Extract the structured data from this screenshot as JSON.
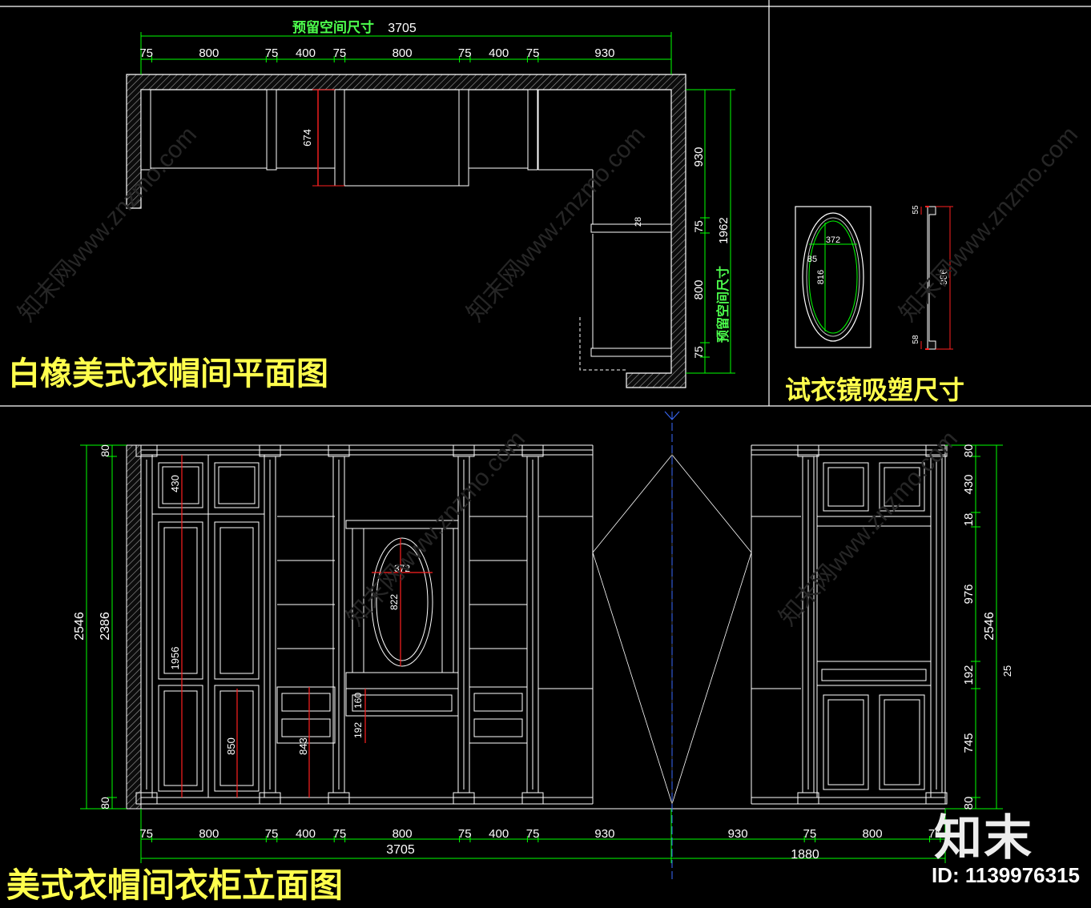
{
  "plan": {
    "title": "白橡美式衣帽间平面图",
    "top_dims": [
      "75",
      "800",
      "75",
      "400",
      "75",
      "800",
      "75",
      "400",
      "75",
      "930"
    ],
    "overall_label": "预留空间尺寸",
    "overall_value": "3705",
    "depth_674": "674",
    "right_dims": [
      "930",
      "75",
      "800",
      "75"
    ],
    "right_overall_label": "预留空间尺寸",
    "right_overall_value": "1962",
    "small_28": "28"
  },
  "mirror": {
    "title": "试衣镜吸塑尺寸",
    "width": "372",
    "height": "816",
    "frame": "85",
    "side_dims": [
      "55",
      "986",
      "58"
    ]
  },
  "elevation": {
    "title": "美式衣帽间衣柜立面图",
    "bottom_dims": [
      "75",
      "800",
      "75",
      "400",
      "75",
      "800",
      "75",
      "400",
      "75",
      "930",
      "930",
      "75",
      "800",
      "75"
    ],
    "total_left": "3705",
    "total_right": "1880",
    "left_dims": [
      "80",
      "2546",
      "2386",
      "80"
    ],
    "right_dims": [
      "80",
      "430",
      "18",
      "976",
      "192",
      "745",
      "80"
    ],
    "right_total": "2546",
    "right_small": "25",
    "inner_430": "430",
    "inner_1956": "1956",
    "inner_850": "850",
    "inner_843": "843",
    "inner_192": "192",
    "inner_160": "160",
    "mirror_372": "372",
    "mirror_822": "822"
  },
  "brand": {
    "logo": "知末",
    "id": "ID: 1139976315",
    "watermark": "知末网www.znzmo.com"
  },
  "colors": {
    "background": "#000000",
    "lines": "#ffffff",
    "dimension_green": "#00ff00",
    "dimension_white": "#ffffff",
    "title_yellow": "#ffff4d",
    "red_axis": "#ff2020",
    "wall_hatch": "#bfbfbf"
  }
}
